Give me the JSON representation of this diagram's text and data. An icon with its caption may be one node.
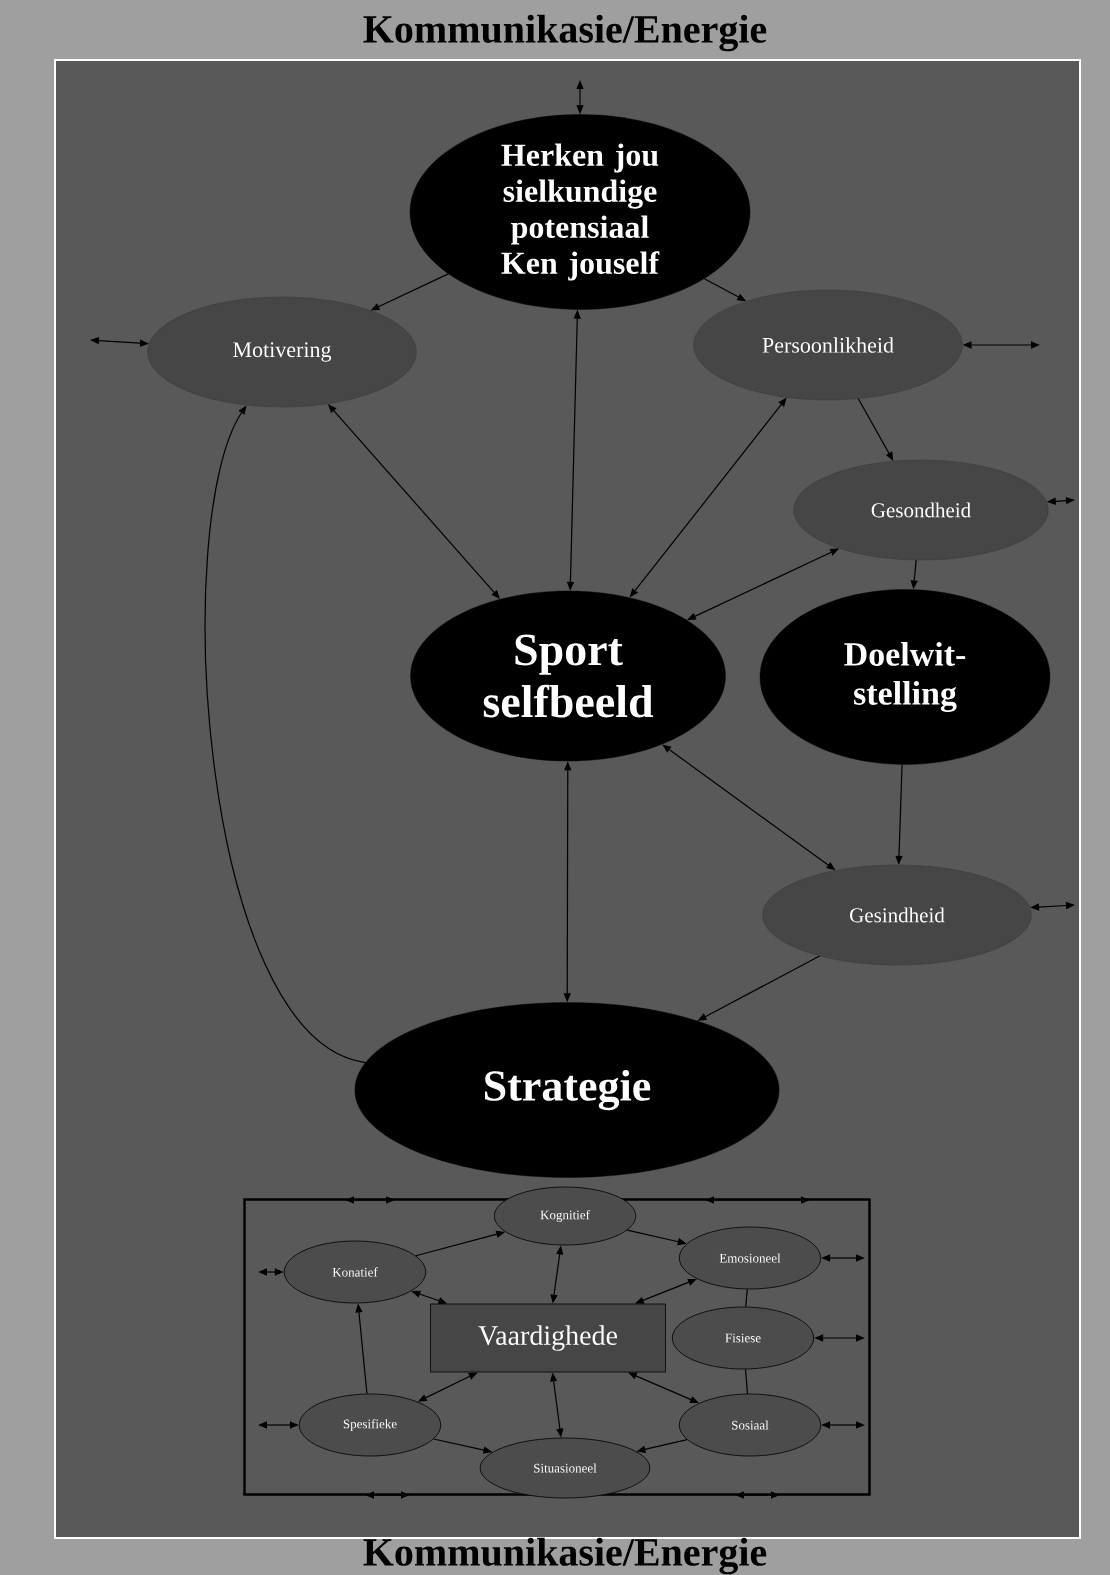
{
  "diagram": {
    "nodes": [
      {
        "text": [
          "Herken jou sielkundige potensiaal Ken jouself"
        ]
      },
      {
        "text": [
          "Motivering"
        ]
      },
      {
        "text": [
          "Persoonlikheid"
        ]
      },
      {
        "text": [
          "Gesondheid"
        ]
      },
      {
        "text": [
          "Sport selfbeeld"
        ]
      },
      {
        "text": [
          "Doelwit- stelling"
        ]
      },
      {
        "text": [
          "Gesindheid"
        ]
      },
      {
        "text": [
          "Strategie"
        ]
      },
      {
        "text": [],
        "shape": "box"
      },
      {
        "text": [
          "Kognitief"
        ],
        "in": 8
      },
      {
        "text": [
          "Konatief"
        ],
        "in": 8
      },
      {
        "text": [
          "Emosioneel"
        ],
        "in": 8
      },
      {
        "text": [
          "Vaardighede"
        ],
        "in": 8
      },
      {
        "text": [
          "Fisiese"
        ],
        "in": 8
      },
      {
        "text": [
          "Spesifieke"
        ],
        "in": 8
      },
      {
        "text": [
          "Situasioneel"
        ],
        "in": 8
      },
      {
        "text": [
          "Sosiaal"
        ],
        "in": 8
      }
    ],
    "edges": [
      {
        "from": 0,
        "to": 2,
        "arrow": "to"
      },
      {
        "from": 2,
        "to": 3,
        "arrow": "to"
      },
      {
        "from": 3,
        "to": 5,
        "arrow": "to"
      },
      {
        "from": 5,
        "to": 6,
        "arrow": "to"
      },
      {
        "from": 6,
        "to": 7,
        "arrow": "to"
      },
      {
        "from": 7,
        "to": 1,
        "arrow": "to"
      },
      {
        "from": 0,
        "to": 1,
        "arrow": "to"
      },
      {
        "from": 4,
        "to": 0,
        "arrow": "both"
      },
      {
        "from": 4,
        "to": 1,
        "arrow": "both"
      },
      {
        "from": 4,
        "to": 2,
        "arrow": "both"
      },
      {
        "from": 4,
        "to": 3,
        "arrow": "both"
      },
      {
        "from": 4,
        "to": 6,
        "arrow": "both"
      },
      {
        "from": 4,
        "to": 7,
        "arrow": "both"
      },
      {
        "from": null,
        "to": 0,
        "arrow": "both"
      },
      {
        "from": null,
        "to": 1,
        "arrow": "both"
      },
      {
        "from": null,
        "to": 2,
        "arrow": "both"
      },
      {
        "from": null,
        "to": 3,
        "arrow": "both"
      },
      {
        "from": null,
        "to": 6,
        "arrow": "both"
      },
      {
        "from": 9,
        "to": 11,
        "arrow": "to"
      },
      {
        "from": 11,
        "to": 13,
        "arrow": "none"
      },
      {
        "from": 13,
        "to": 16,
        "arrow": "none"
      },
      {
        "from": 16,
        "to": 15,
        "arrow": "to"
      },
      {
        "from": 14,
        "to": 15,
        "arrow": "to"
      },
      {
        "from": 14,
        "to": 10,
        "arrow": "to"
      },
      {
        "from": 10,
        "to": 9,
        "arrow": "to"
      },
      {
        "from": 12,
        "to": 9,
        "arrow": "both"
      },
      {
        "from": 12,
        "to": 10,
        "arrow": "both"
      },
      {
        "from": 12,
        "to": 11,
        "arrow": "both"
      },
      {
        "from": 12,
        "to": 14,
        "arrow": "both"
      },
      {
        "from": 12,
        "to": 15,
        "arrow": "both"
      },
      {
        "from": 12,
        "to": 16,
        "arrow": "both"
      },
      {
        "from": null,
        "to": 10,
        "arrow": "both"
      },
      {
        "from": null,
        "to": 11,
        "arrow": "both"
      },
      {
        "from": null,
        "to": 13,
        "arrow": "both"
      },
      {
        "from": null,
        "to": 14,
        "arrow": "both"
      },
      {
        "from": null,
        "to": 16,
        "arrow": "both"
      }
    ],
    "labels": [
      "Kommunikasie/Energie",
      "Kommunikasie/Energie"
    ]
  }
}
